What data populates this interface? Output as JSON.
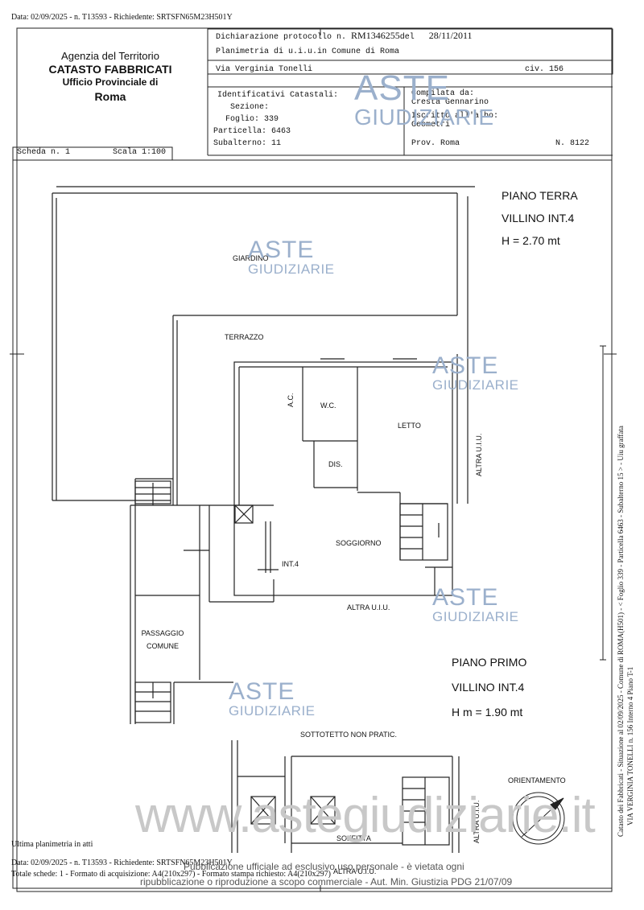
{
  "header_top": "Data: 02/09/2025 - n. T13593 - Richiedente: SRTSFN65M23H501Y",
  "agency": {
    "line1": "Agenzia del Territorio",
    "line2": "CATASTO FABBRICATI",
    "line3": "Ufficio Provinciale di",
    "line4": "Roma"
  },
  "declaration": {
    "label": "Dichiarazione protocollo n.",
    "number": "RM1346255",
    "del_label": "del",
    "date": "28/11/2011",
    "planimetria": "Planimetria di u.i.u.in Comune di Roma",
    "via": "Via Verginia Tonelli",
    "civ": "civ. 156"
  },
  "ids": {
    "title": "Identificativi Catastali:",
    "sezione": "Sezione:",
    "foglio": "Foglio: 339",
    "particella": "Particella: 6463",
    "subalterno": "Subalterno: 11"
  },
  "compiled": {
    "label": "Compilata da:",
    "name": "Cresta Gennarino",
    "iscritto": "Iscritto all'albo:",
    "albo": "Geometri",
    "prov": "Prov. Roma",
    "n": "N.  8122"
  },
  "scheda": "Scheda n. 1",
  "scala": "Scala 1:100",
  "piano_terra": {
    "title": "PIANO TERRA",
    "villino": "VILLINO INT.4",
    "h": "H = 2.70 mt"
  },
  "piano_primo": {
    "title": "PIANO PRIMO",
    "villino": "VILLINO INT.4",
    "h": "H m = 1.90 mt"
  },
  "rooms": {
    "giardino": "GIARDINO",
    "terrazzo": "TERRAZZO",
    "ac": "A.C.",
    "wc": "W.C.",
    "letto": "LETTO",
    "dis": "DIS.",
    "soggiorno": "SOGGIORNO",
    "int4": "INT.4",
    "altra_uiu_bottom": "ALTRA U.I.U.",
    "altra_uiu_right": "ALTRA U.I.U.",
    "passaggio1": "PASSAGGIO",
    "passaggio2": "COMUNE",
    "sottotetto": "SOTTOTETTO NON PRATIC.",
    "soffitta": "SOFFITTA",
    "altra_uiu_right2": "ALTRA U.I.U.",
    "altra_uiu_bottom2": "ALTRA U.I.U.",
    "orientamento": "ORIENTAMENTO"
  },
  "side_text": {
    "line1": "Catasto dei Fabbricati - Situazione al 02/09/2025 - Comune di ROMA(H501) - < Foglio 339 - Particella 6463 - Subalterno 15 > - Uiu graffata",
    "line2": "VIA VERGINIA TONELLI n. 156  Interno 4 Piano T-1"
  },
  "footer": {
    "ultima": "Ultima planimetria in atti",
    "data": "Data: 02/09/2025 - n. T13593 - Richiedente: SRTSFN65M23H501Y",
    "totale": "Totale schede: 1 - Formato di acquisizione: A4(210x297) - Formato stampa richiesto: A4(210x297)",
    "pub1": "Pubblicazione ufficiale ad esclusivo uso personale - è vietata ogni",
    "pub2": "ripubblicazione o riproduzione a scopo commerciale - Aut. Min. Giustizia PDG 21/07/09"
  },
  "watermark": {
    "aste": "ASTE",
    "giudiziarie": "GIUDIZIARIE",
    "site": "www.astegiudiziarie.it"
  },
  "colors": {
    "watermark": "#9bb0cc",
    "line": "#222222"
  }
}
